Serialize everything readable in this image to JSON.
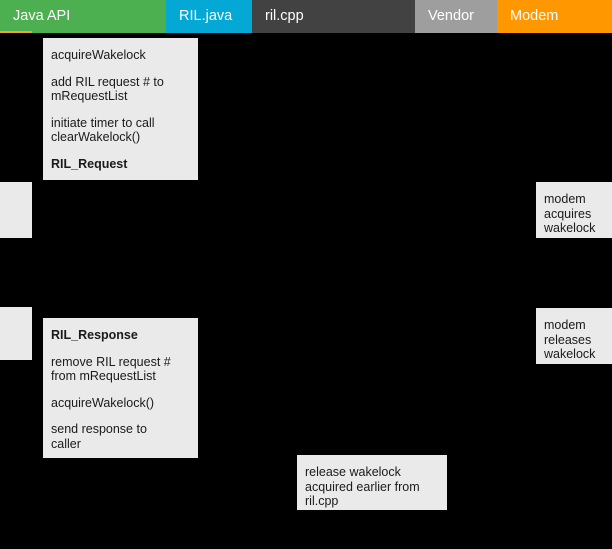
{
  "diagram": {
    "background_color": "#000000",
    "note_color": "#EAEAEA",
    "lanes": [
      {
        "id": "java-api",
        "label": "Java API",
        "color": "#4CB050"
      },
      {
        "id": "ril-java",
        "label": "RIL.java",
        "color": "#03A9D4"
      },
      {
        "id": "ril-cpp",
        "label": "ril.cpp",
        "color": "#424242"
      },
      {
        "id": "vendor",
        "label": "Vendor",
        "color": "#9E9E9E"
      },
      {
        "id": "modem",
        "label": "Modem",
        "color": "#FF9800"
      }
    ],
    "notes": [
      {
        "id": "ril-request",
        "lines": [
          {
            "text": "acquireWakelock",
            "bold": false
          },
          {
            "text": "add RIL request # to\nmRequestList",
            "bold": false
          },
          {
            "text": "initiate timer to call\nclearWakelock()",
            "bold": false
          },
          {
            "text": "RIL_Request",
            "bold": true
          }
        ]
      },
      {
        "id": "ril-response",
        "lines": [
          {
            "text": "RIL_Response",
            "bold": true
          },
          {
            "text": "remove RIL request #\nfrom mRequestList",
            "bold": false
          },
          {
            "text": "acquireWakelock()",
            "bold": false
          },
          {
            "text": "send response to\ncaller",
            "bold": false
          }
        ]
      },
      {
        "id": "modem-acquire",
        "lines": [
          {
            "text": "modem\nacquires\nwakelock",
            "bold": false
          }
        ]
      },
      {
        "id": "modem-release",
        "lines": [
          {
            "text": "modem\nreleases\nwakelock",
            "bold": false
          }
        ]
      },
      {
        "id": "release-wakelock",
        "lines": [
          {
            "text": "release wakelock\nacquired earlier from\nril.cpp",
            "bold": false
          }
        ]
      },
      {
        "id": "left-clip-1",
        "lines": []
      },
      {
        "id": "left-clip-2",
        "lines": []
      }
    ]
  }
}
